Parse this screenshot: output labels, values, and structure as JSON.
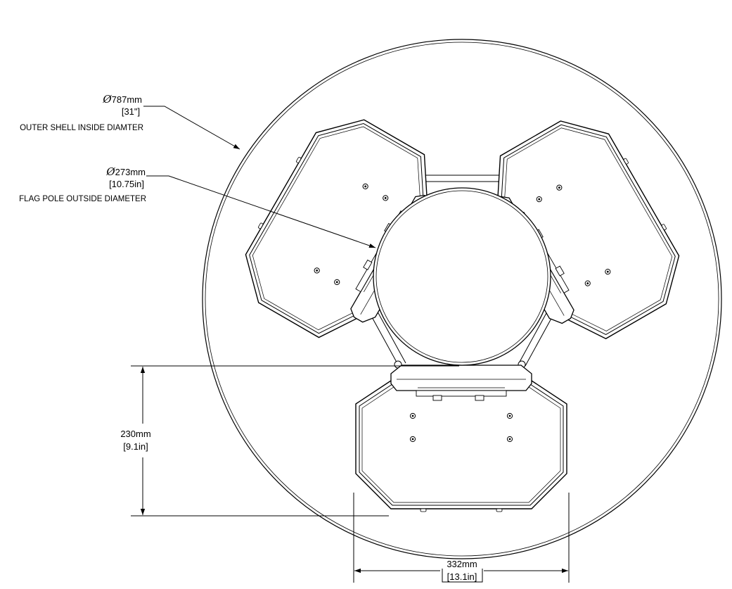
{
  "callouts": {
    "outer_shell": {
      "symbol": "Ø",
      "value": "787mm",
      "imperial": "[31\"]",
      "description": "OUTER SHELL INSIDE DIAMTER"
    },
    "flag_pole": {
      "symbol": "Ø",
      "value": "273mm",
      "imperial": "[10.75in]",
      "description": "FLAG POLE OUTSIDE DIAMETER"
    }
  },
  "dimensions": {
    "height": {
      "value": "230mm",
      "imperial": "[9.1in]"
    },
    "width": {
      "value": "332mm",
      "imperial": "[13.1in]"
    }
  }
}
